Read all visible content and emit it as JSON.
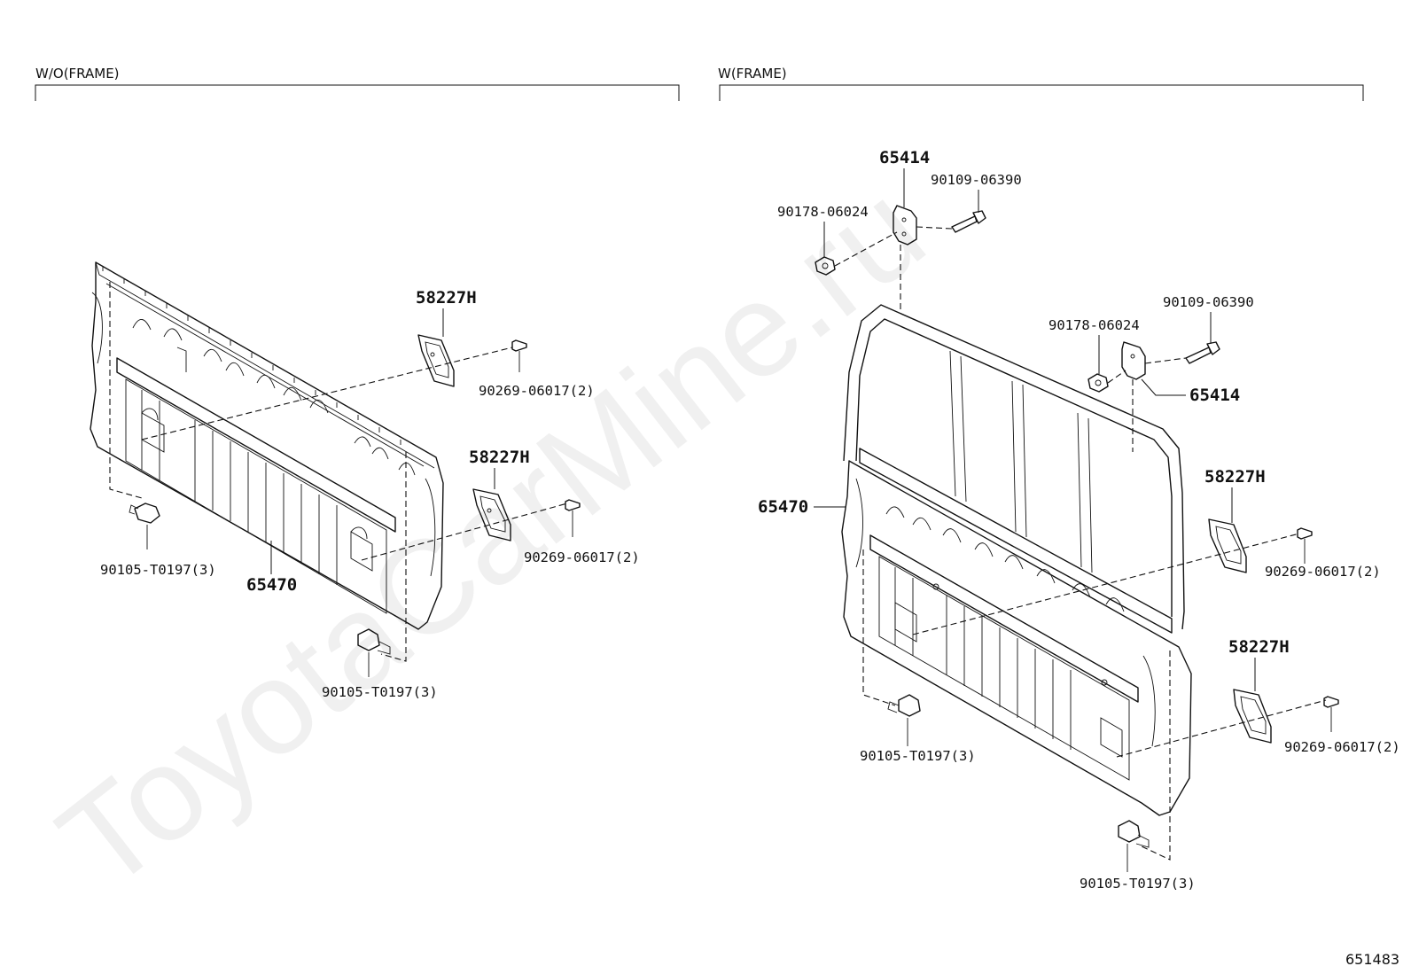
{
  "watermark": "ToyotaCarMine.ru",
  "diagram_code": "651483",
  "sections": {
    "left": {
      "header": "W/O(FRAME)"
    },
    "right": {
      "header": "W(FRAME)"
    }
  },
  "labels": {
    "left_58227h_top": "58227H",
    "left_90269_top": "90269-06017(2)",
    "left_58227h_mid": "58227H",
    "left_90269_mid": "90269-06017(2)",
    "left_90105_a": "90105-T0197(3)",
    "left_65470": "65470",
    "left_90105_b": "90105-T0197(3)",
    "right_65414_top": "65414",
    "right_90109_top": "90109-06390",
    "right_90178_top": "90178-06024",
    "right_90109_mid": "90109-06390",
    "right_90178_mid": "90178-06024",
    "right_65414_mid": "65414",
    "right_65470": "65470",
    "right_58227h_a": "58227H",
    "right_90269_a": "90269-06017(2)",
    "right_58227h_b": "58227H",
    "right_90269_b": "90269-06017(2)",
    "right_90105_a": "90105-T0197(3)",
    "right_90105_b": "90105-T0197(3)"
  }
}
